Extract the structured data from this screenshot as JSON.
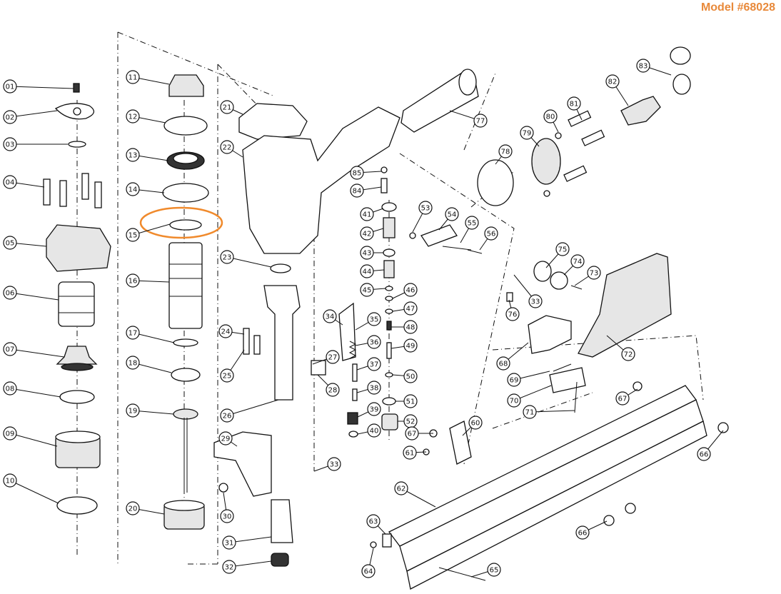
{
  "model_label": "Model #68028",
  "highlight_color": "#f08a2c",
  "highlighted_part": "15",
  "callouts": [
    "01",
    "02",
    "03",
    "04",
    "05",
    "06",
    "07",
    "08",
    "09",
    "10",
    "11",
    "12",
    "13",
    "14",
    "15",
    "16",
    "17",
    "18",
    "19",
    "20",
    "21",
    "22",
    "23",
    "24",
    "25",
    "26",
    "27",
    "28",
    "29",
    "30",
    "31",
    "32",
    "33",
    "33",
    "34",
    "35",
    "36",
    "37",
    "38",
    "39",
    "40",
    "41",
    "42",
    "43",
    "44",
    "45",
    "46",
    "47",
    "48",
    "49",
    "50",
    "51",
    "52",
    "53",
    "54",
    "55",
    "56",
    "60",
    "61",
    "62",
    "63",
    "64",
    "65",
    "66",
    "66",
    "67",
    "67",
    "68",
    "69",
    "70",
    "71",
    "72",
    "73",
    "74",
    "75",
    "76",
    "77",
    "78",
    "79",
    "80",
    "81",
    "82",
    "83",
    "84",
    "85"
  ]
}
